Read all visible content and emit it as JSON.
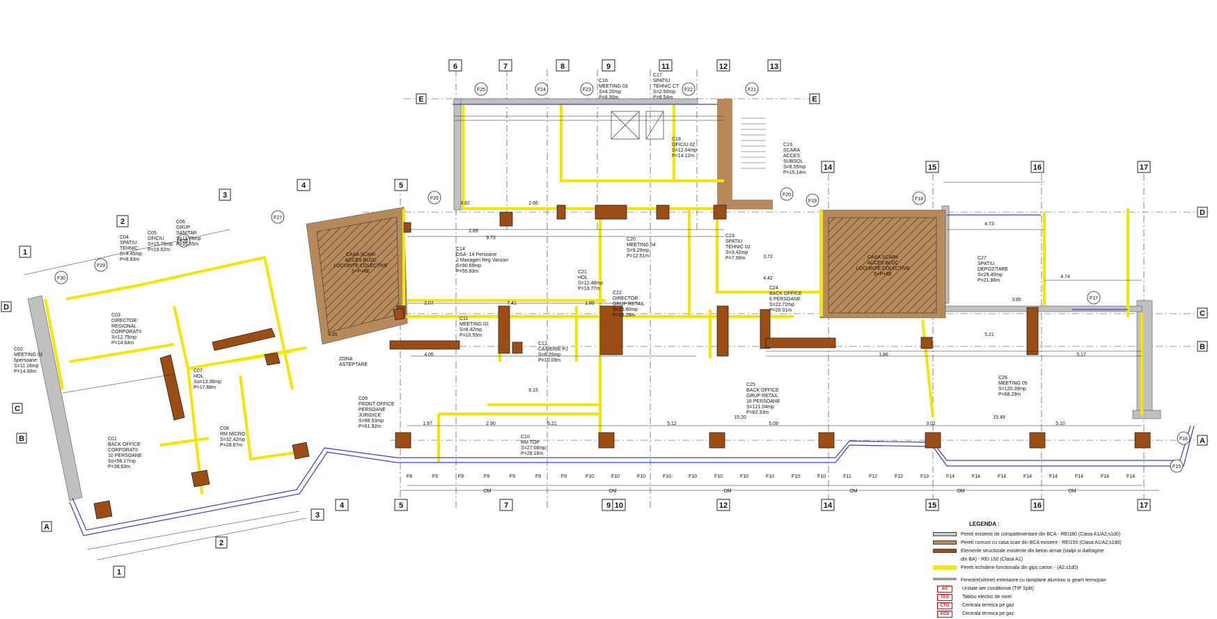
{
  "axes_top": [
    "6",
    "7",
    "8",
    "9",
    "11",
    "12",
    "13"
  ],
  "axes_mid": [
    "4",
    "5",
    "14",
    "15",
    "16",
    "17"
  ],
  "axes_left": [
    "1",
    "2",
    "3"
  ],
  "axes_bottom": [
    "3",
    "4",
    "5",
    "7",
    "9",
    "10",
    "12",
    "14",
    "15",
    "16",
    "17"
  ],
  "axes_bottom_left": [
    "1",
    "2"
  ],
  "row_letters": [
    "E",
    "D",
    "C",
    "B",
    "A"
  ],
  "rooms": [
    {
      "id": "C01",
      "lines": [
        "C01",
        "BACK OFFICE",
        "CORPORATII",
        "10 PERSOANE",
        "Su=56.17mp",
        "P=38.63m"
      ]
    },
    {
      "id": "C02",
      "lines": [
        "C02",
        "MEETING 01",
        "6persoane",
        "S=11.16mp",
        "P=14.00m"
      ]
    },
    {
      "id": "C03",
      "lines": [
        "C03",
        "DIRECTOR",
        "REGIONAL",
        "CORPORATII",
        "S=12.75mp",
        "P=14.64m"
      ]
    },
    {
      "id": "C04",
      "lines": [
        "C04",
        "SPATIU",
        "TEHNIC",
        "S=4.45mp",
        "P=8.83m"
      ]
    },
    {
      "id": "C05",
      "lines": [
        "C05",
        "OFICIU",
        "S=15.75mp",
        "P=19.62m"
      ]
    },
    {
      "id": "C06",
      "lines": [
        "C06",
        "GRUP",
        "SANITAR",
        "S=11.78mp",
        "P=35.55m"
      ]
    },
    {
      "id": "C07",
      "lines": [
        "C07",
        "HOL",
        "Su=13.36mp",
        "P=17.88m"
      ]
    },
    {
      "id": "C08",
      "lines": [
        "C08",
        "RM MICRO",
        "S=32.42mp",
        "P=28.67m"
      ]
    },
    {
      "id": "C09",
      "lines": [
        "C09",
        "FRONT OFFICE",
        "PERSOANE",
        "JURIDICE",
        "S=88.53mp",
        "P=61.92m"
      ]
    },
    {
      "id": "C10",
      "lines": [
        "C10",
        "RM TOP",
        "S=27.08mp",
        "P=28.16m"
      ]
    },
    {
      "id": "C11",
      "lines": [
        "C11",
        "MEETING 02",
        "S=8.42mp",
        "P=10.55m"
      ]
    },
    {
      "id": "C12",
      "lines": [
        "C12",
        "CASIERIE PJ",
        "S=6.20mp",
        "P=10.09m"
      ]
    },
    {
      "id": "C14",
      "lines": [
        "C14",
        "DSA- 14 Persoane",
        "2 Manageri Reg Vanzari",
        "S=90.69mp",
        "P=55.83m"
      ]
    },
    {
      "id": "C16",
      "lines": [
        "C16",
        "MEETING 03",
        "S=4.20mp",
        "P=8.30m"
      ]
    },
    {
      "id": "C17",
      "lines": [
        "C17",
        "SPATIU",
        "TEHNIC CT",
        "S=2.50mp",
        "P=6.54m"
      ]
    },
    {
      "id": "C18",
      "lines": [
        "C18",
        "OFICIU 02",
        "S=12.04mp",
        "P=14.12m"
      ]
    },
    {
      "id": "C19",
      "lines": [
        "C19",
        "SCARA",
        "ACCES",
        "SUBSOL",
        "S=8.55mp",
        "P=15.14m"
      ]
    },
    {
      "id": "C20",
      "lines": [
        "C20",
        "MEETING 04",
        "S=9.29mp",
        "P=12.51m"
      ]
    },
    {
      "id": "C21",
      "lines": [
        "C21",
        "HOL",
        "S=12.48mp",
        "P=19.77m"
      ]
    },
    {
      "id": "C22",
      "lines": [
        "C22",
        "DIRECTOR",
        "GRUP RETAIL",
        "S=16.80mp",
        "P=18.28m"
      ]
    },
    {
      "id": "C23",
      "lines": [
        "C23",
        "SPATIU",
        "TEHNIC 02",
        "S=3.42mp",
        "P=7.56m"
      ]
    },
    {
      "id": "C24",
      "lines": [
        "C24",
        "BACK OFFICE",
        "6 PERSOANE",
        "S=22.72mp",
        "P=20.01m"
      ]
    },
    {
      "id": "C25",
      "lines": [
        "C25",
        "BACK OFFICE",
        "GRUP RETAIL",
        "16 PERSOANE",
        "S=121.04mp",
        "P=82.33m"
      ]
    },
    {
      "id": "C26",
      "lines": [
        "C26",
        "MEETING 05",
        "S=120.39mp",
        "P=68.29m"
      ]
    },
    {
      "id": "C27",
      "lines": [
        "C27",
        "SPATIU",
        "DEPOZITARE",
        "S=29.40mp",
        "P=21.86m"
      ]
    },
    {
      "id": "CS1",
      "lines": [
        "CASA SCARI",
        "ACCES BLOC",
        "LOCUINTE COLECTIVE",
        "S+P+6E"
      ]
    },
    {
      "id": "CS2",
      "lines": [
        "CASA SCARII",
        "ACCES BLOC",
        "LOCUINTE COLECTIVE",
        "S+P+6E"
      ]
    },
    {
      "id": "ZA",
      "lines": [
        "ZONA",
        "ASTEPTARE"
      ]
    }
  ],
  "f_tags": [
    "F25",
    "F24",
    "F23",
    "F22",
    "F21",
    "F26",
    "F27",
    "F28",
    "F29",
    "F30",
    "F20",
    "F19",
    "F18",
    "F17",
    "F16",
    "F15"
  ],
  "dims": [
    "3.82",
    "2.66",
    "9.73",
    "2.89",
    "1.80",
    "7.41",
    "2.07",
    "4.01",
    "4.05",
    "9.15",
    "5.12",
    "5.09",
    "15.20",
    "15.49",
    "5.10",
    "1.97",
    "2.90",
    "5.21",
    "3.85",
    "4.74",
    "4.73",
    "5.21",
    "5.17",
    "1.86",
    "3.02",
    "4.42",
    "3.72"
  ],
  "bottom_labels": [
    "F8",
    "F9",
    "F10",
    "F11",
    "F12",
    "F13",
    "F14",
    "OM"
  ],
  "legend": {
    "title": "LEGENDA :",
    "items": [
      {
        "text": "Pereti existenti de compartimentare din BCA - REI180 (Clasa A1/A2;s1d0)",
        "color": "#c8c8c8",
        "border": "#444"
      },
      {
        "text": "Pereti comuni cu casa scari din BCA existent - REI150 (Clasa A1/A2;s1d0)",
        "color": "#b68a5a",
        "border": "#444"
      },
      {
        "text": "Elemente structurale existente din beton armat (stalpi si diafragme",
        "color": "#9b4d14",
        "border": "#444"
      },
      {
        "text": "din BA) - REI 150 (Clasa A1)",
        "color": "",
        "border": ""
      },
      {
        "text": "Pereti inchidere functionala din gips carton - (A2;s1d0)",
        "color": "#f4e600",
        "border": "#f4e600"
      }
    ],
    "tags": [
      {
        "text": "Ferestre(vitrine) exteriaore cu tamplarie aluminiu si geam termopan",
        "code": ""
      },
      {
        "text": "Unitate aer conditionat (TIP Split)",
        "code": "AC"
      },
      {
        "text": "Tablou electric de nivel",
        "code": "TES"
      },
      {
        "text": "Centrala termica pe gaz",
        "code": "CTG"
      },
      {
        "text": "Centrala termica pe gaz",
        "code": "ECS"
      }
    ]
  }
}
